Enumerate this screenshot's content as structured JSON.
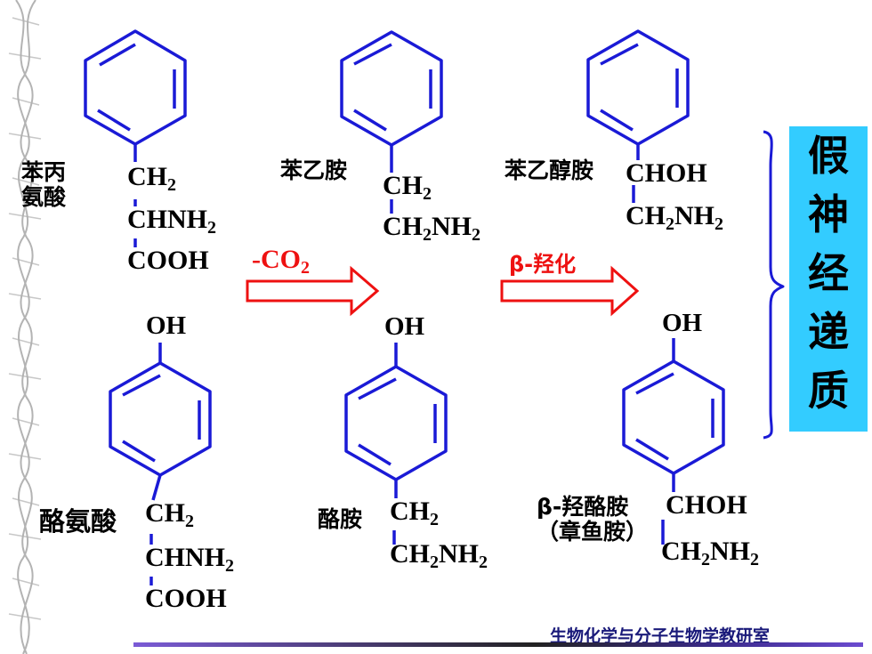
{
  "compounds": {
    "phenylalanine": {
      "name": "苯丙\n氨酸",
      "ch2": "CH",
      "chnh2": "CHNH",
      "cooh": "COOH"
    },
    "phenylethylamine": {
      "name": "苯乙胺",
      "ch2": "CH",
      "ch2nh2": "CH",
      "nh": "NH"
    },
    "phenylethanolamine": {
      "name": "苯乙醇胺",
      "chohA": "CHOH",
      "ch2nh2": "CH",
      "nh": "NH"
    },
    "tyrosine": {
      "name": "酪氨酸",
      "oh": "OH",
      "ch2": "CH",
      "chnh2": "CHNH",
      "cooh": "COOH"
    },
    "tyramine": {
      "name": "酪胺",
      "oh": "OH",
      "ch2": "CH",
      "ch2nh2": "CH",
      "nh": "NH"
    },
    "octopamine": {
      "name": "β-羟酪胺\n（章鱼胺）",
      "oh": "OH",
      "choh": "CHOH",
      "ch2nh2": "CH",
      "nh": "NH"
    }
  },
  "reactions": {
    "step1": {
      "label": "-CO",
      "sub": "2"
    },
    "step2": {
      "label": "β-羟化"
    }
  },
  "subscript": "2",
  "banner": {
    "chars": [
      "假",
      "神",
      "经",
      "递",
      "质"
    ]
  },
  "footer": {
    "text": "生物化学与分子生物学教研室"
  },
  "colors": {
    "bond": "#1a1ad6",
    "arrow": "#ee1111",
    "banner": "#33ccff"
  }
}
